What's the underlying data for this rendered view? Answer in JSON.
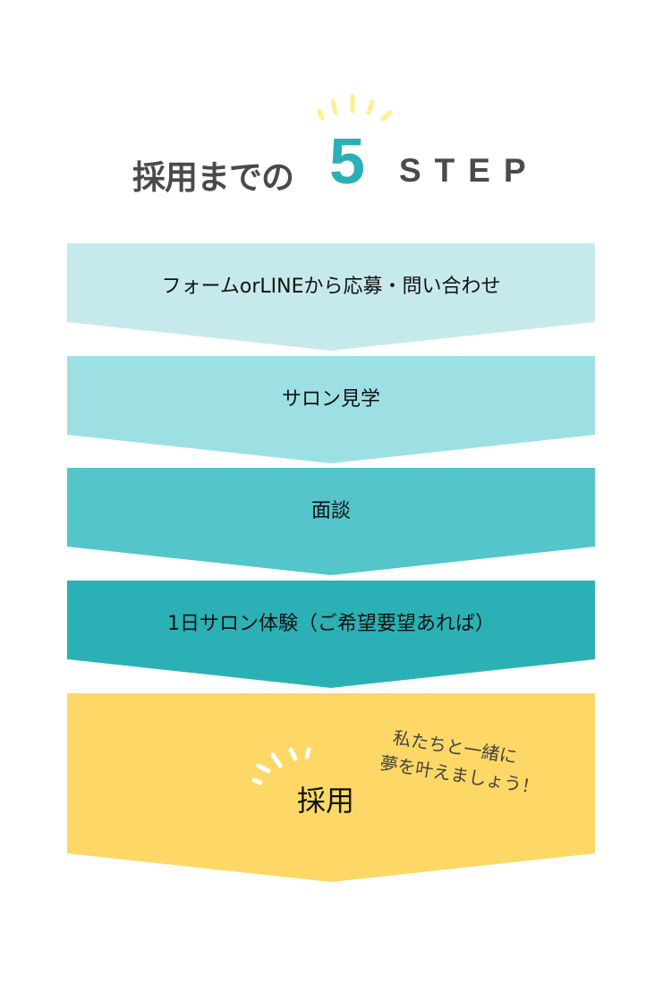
{
  "header": {
    "title_prefix": "採用までの",
    "title_number": "5",
    "title_suffix": "STEP",
    "accent_color": "#2bb1b5",
    "sparkle_color": "#fdf08f"
  },
  "steps": [
    {
      "label": "フォームorLINEから応募・問い合わせ",
      "color": "#c6eaeb"
    },
    {
      "label": "サロン見学",
      "color": "#9de0e3"
    },
    {
      "label": "面談",
      "color": "#53c5cb"
    },
    {
      "label": "1日サロン体験（ご希望要望あれば）",
      "color": "#2bb1b5"
    },
    {
      "label": "採用",
      "color": "#fdd866"
    }
  ],
  "final_note": {
    "line1": "私たちと一緒に",
    "line2": "夢を叶えましょう！"
  }
}
